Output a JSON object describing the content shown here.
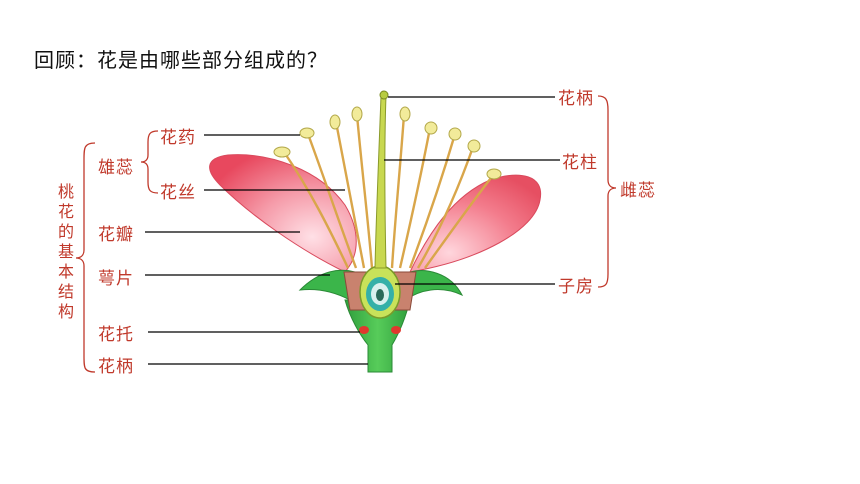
{
  "slide": {
    "question": "回顾：花是由哪些部分组成的？"
  },
  "labels": {
    "root": "桃花的基本结构",
    "stamen": "雄蕊",
    "anther": "花药",
    "filament": "花丝",
    "petal": "花瓣",
    "sepal": "萼片",
    "receptacle": "花托",
    "pedicel": "花柄",
    "pistil": "雌蕊",
    "stigma": "花柄",
    "style": "花柱",
    "ovary": "子房"
  },
  "colors": {
    "label_red": "#c0392b",
    "petal_pink": "#f06a7c",
    "green": "#3bb54a"
  }
}
